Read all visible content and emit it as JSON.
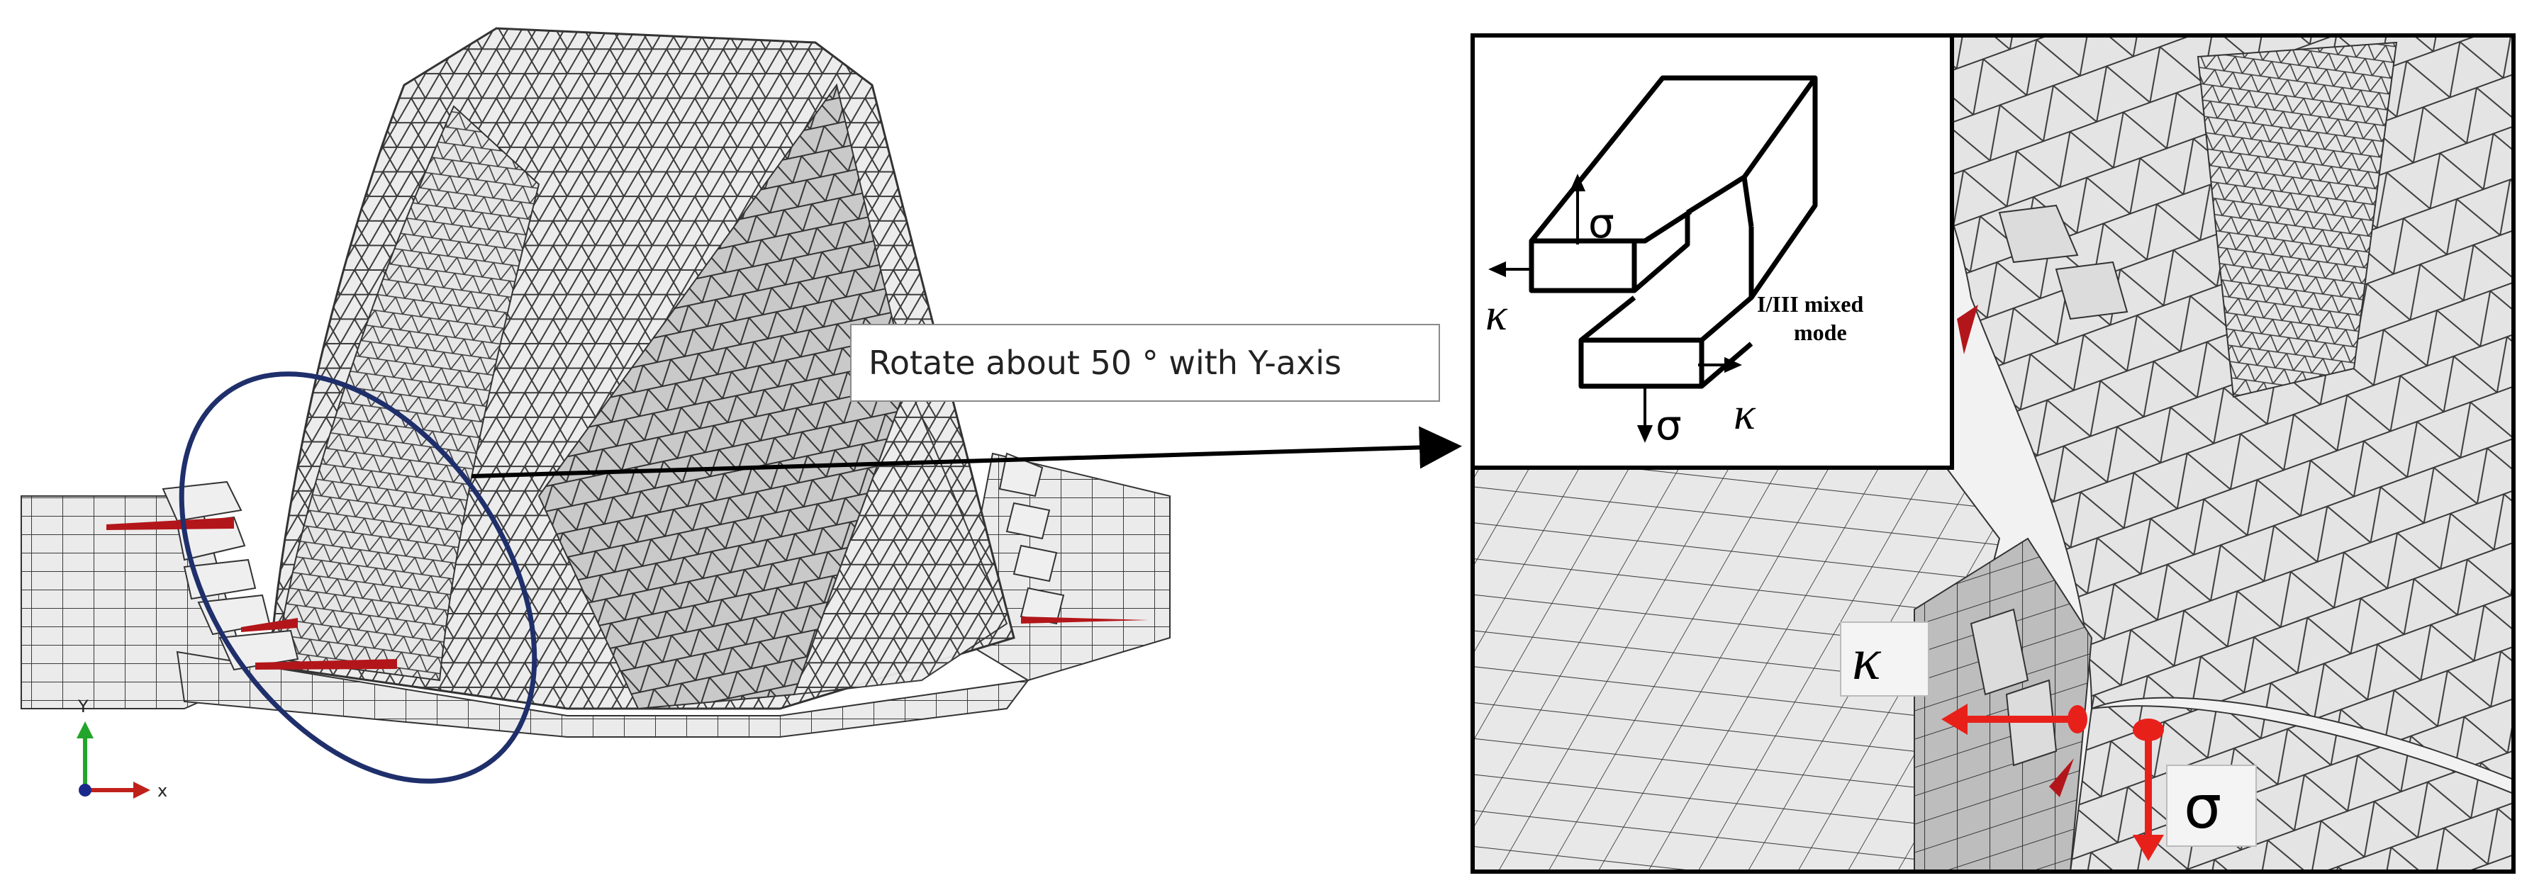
{
  "callout": {
    "text": "Rotate about 50 ° with Y-axis"
  },
  "triad": {
    "y_label": "Y",
    "x_label": "x"
  },
  "inset": {
    "sigma_top": "σ",
    "kappa_left": "κ",
    "mode_line1": "I/III mixed",
    "mode_line2": "mode",
    "sigma_bottom": "σ",
    "kappa_right": "κ"
  },
  "zoom": {
    "kappa_label": "κ",
    "sigma_label": "σ"
  },
  "colors": {
    "ellipse": "#1f2f6b",
    "arrow_red": "#e8201a",
    "crack_red": "#b3161a",
    "triad_y": "#22a52a",
    "triad_x": "#c0201a",
    "triad_origin": "#1a2a8a",
    "mesh_line": "#333333",
    "mesh_fill": "#e9e9e9"
  }
}
